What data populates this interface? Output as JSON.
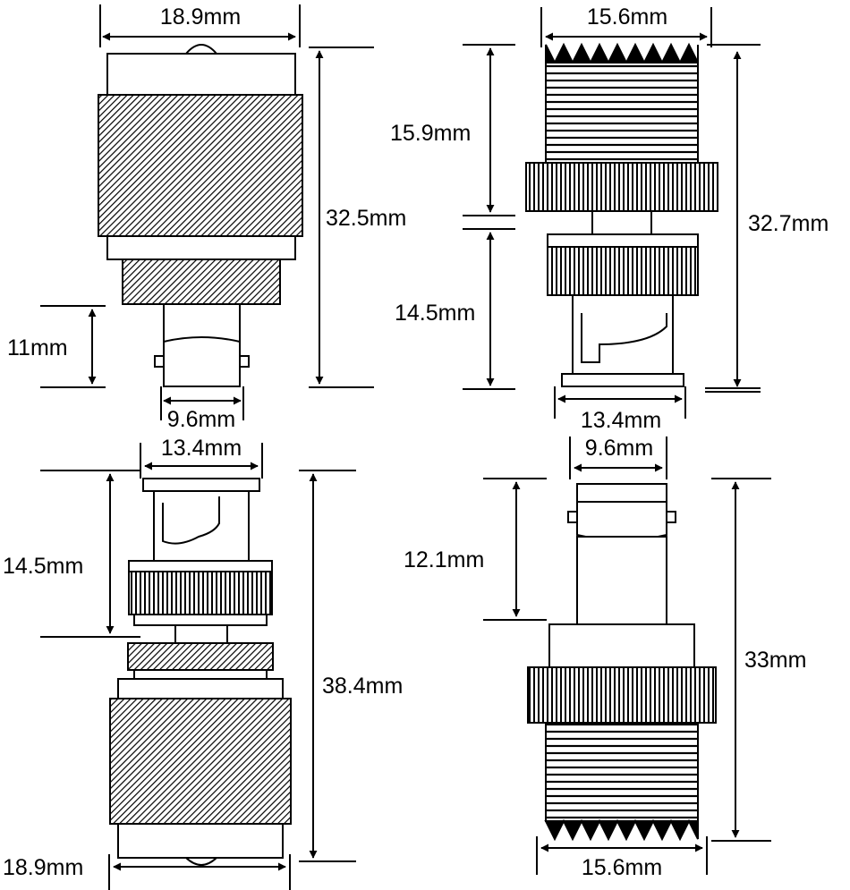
{
  "colors": {
    "ink": "#000000",
    "paper": "#ffffff"
  },
  "labels": {
    "tl_width_top": "18.9mm",
    "tl_length": "32.5mm",
    "tl_pin": "11mm",
    "tl_pin_width": "9.6mm",
    "tr_width_top": "15.6mm",
    "tr_upper": "15.9mm",
    "tr_length": "32.7mm",
    "tr_lower": "14.5mm",
    "tr_width_bottom": "13.4mm",
    "bl_width_top": "13.4mm",
    "bl_upper": "14.5mm",
    "bl_length": "38.4mm",
    "bl_width_bottom": "18.9mm",
    "br_width_top": "9.6mm",
    "br_upper": "12.1mm",
    "br_length": "33mm",
    "br_width_bottom": "15.6mm"
  }
}
